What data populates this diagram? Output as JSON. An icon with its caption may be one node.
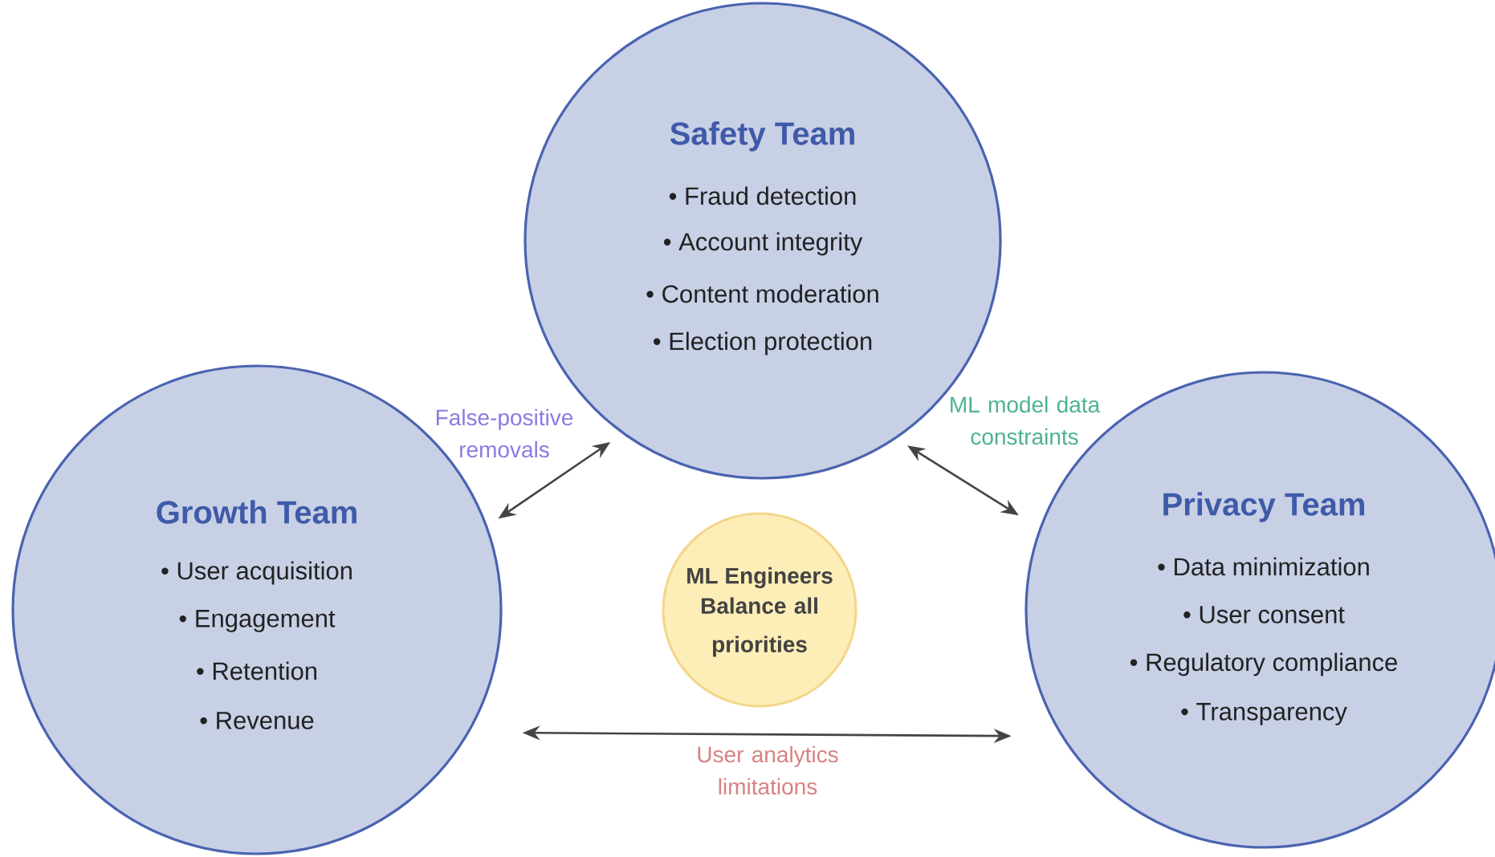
{
  "diagram": {
    "nodes": [
      {
        "text": [
          "Safety Team",
          "• Fraud detection",
          "• Account integrity",
          "• Content moderation",
          "• Election protection"
        ]
      },
      {
        "text": [
          "Growth Team",
          "• User acquisition",
          "• Engagement",
          "• Retention",
          "• Revenue"
        ]
      },
      {
        "text": [
          "Privacy Team",
          "• Data minimization",
          "• User consent",
          "• Regulatory compliance",
          "• Transparency"
        ]
      },
      {
        "text": [
          "ML Engineers",
          "Balance all priorities"
        ]
      }
    ],
    "edges": [
      {
        "from": 1,
        "to": 0,
        "arrow": "both",
        "label": "False-positive removals"
      },
      {
        "from": 0,
        "to": 2,
        "arrow": "both",
        "label": "ML model data constraints"
      },
      {
        "from": 1,
        "to": 2,
        "arrow": "both",
        "label": "User analytics limitations"
      }
    ]
  }
}
